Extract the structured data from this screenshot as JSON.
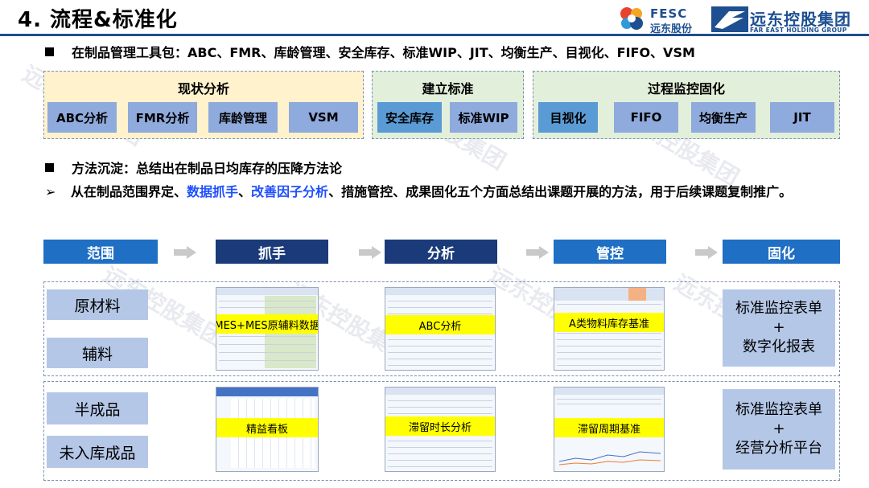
{
  "header": {
    "title": "4. 流程&标准化",
    "logo_fesc_line1": "FESC",
    "logo_fesc_line2": "远东股份",
    "logo_fe_line1": "远东控股集团",
    "logo_fe_line2": "FAR EAST HOLDING GROUP"
  },
  "bullet1": "在制品管理工具包：ABC、FMR、库龄管理、安全库存、标准WIP、JIT、均衡生产、目视化、FIFO、VSM",
  "groups": [
    {
      "title": "现状分析",
      "items": [
        "ABC分析",
        "FMR分析",
        "库龄管理",
        "VSM"
      ]
    },
    {
      "title": "建立标准",
      "items": [
        "安全库存",
        "标准WIP"
      ]
    },
    {
      "title": "过程监控固化",
      "items": [
        "目视化",
        "FIFO",
        "均衡生产",
        "JIT"
      ]
    }
  ],
  "bullet2": "方法沉淀：总结出在制品日均库存的压降方法论",
  "arrow_line": {
    "p1": "从在制品范围界定、",
    "h1": "数据抓手",
    "p2": "、",
    "h2": "改善因子分析",
    "p3": "、措施管控、成果固化五个方面总结出课题开展的方法，用于后续课题复制推广。"
  },
  "steps": [
    "范围",
    "抓手",
    "分析",
    "管控",
    "固化"
  ],
  "row1": {
    "categories": [
      "原材料",
      "辅料"
    ],
    "thumbs": [
      "MES+MES原辅料数据",
      "ABC分析",
      "A类物料库存基准"
    ],
    "output_line1": "标准监控表单",
    "output_plus": "+",
    "output_line2": "数字化报表"
  },
  "row2": {
    "categories": [
      "半成品",
      "未入库成品"
    ],
    "thumbs": [
      "精益看板",
      "滞留时长分析",
      "滞留周期基准"
    ],
    "output_line1": "标准监控表单",
    "output_plus": "+",
    "output_line2": "经营分析平台"
  },
  "watermark": "远东控股集团",
  "colors": {
    "accent": "#1f4e8c",
    "chip": "#8faadc",
    "chip_dark": "#5b9bd5",
    "highlight": "#1f4fff",
    "step_dark": "#1a3a7a",
    "step_blue": "#1f6fc5"
  }
}
